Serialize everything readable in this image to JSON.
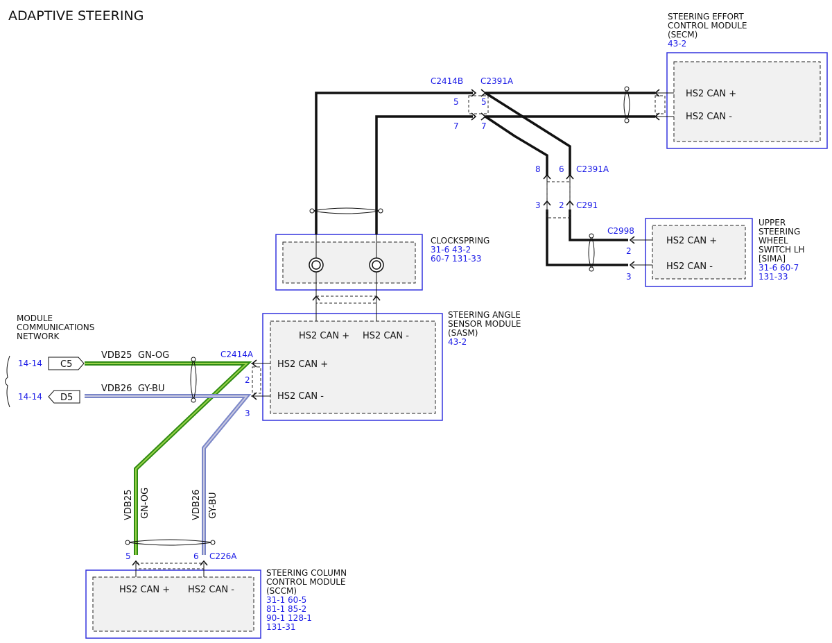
{
  "title": "ADAPTIVE STEERING",
  "modules": {
    "secm": {
      "name_lines": [
        "STEERING EFFORT",
        "CONTROL MODULE",
        "(SECM)"
      ],
      "refs": [
        "43-2"
      ],
      "pins": [
        "HS2 CAN +",
        "HS2 CAN -"
      ]
    },
    "clockspring": {
      "name_lines": [
        "CLOCKSPRING"
      ],
      "refs": [
        "31-6   43-2",
        "60-7   131-33"
      ]
    },
    "upper_switch": {
      "name_lines": [
        "UPPER",
        "STEERING",
        "WHEEL",
        "SWITCH LH",
        "[SIMA]"
      ],
      "refs": [
        "31-6   60-7",
        "131-33"
      ],
      "pins": [
        "HS2 CAN +",
        "HS2 CAN -"
      ]
    },
    "sasm": {
      "name_lines": [
        "STEERING ANGLE",
        "SENSOR MODULE",
        "(SASM)"
      ],
      "refs": [
        "43-2"
      ],
      "pins_top": [
        "HS2 CAN +",
        "HS2 CAN -"
      ],
      "pins_left": [
        "HS2 CAN +",
        "HS2 CAN -"
      ]
    },
    "sccm": {
      "name_lines": [
        "STEERING COLUMN",
        "CONTROL MODULE",
        "(SCCM)"
      ],
      "refs": [
        "31-1   60-5",
        "81-1   85-2",
        "90-1   128-1",
        "131-31"
      ],
      "pins": [
        "HS2 CAN +",
        "HS2 CAN -"
      ]
    }
  },
  "network": {
    "name_lines": [
      "MODULE",
      "COMMUNICATIONS",
      "NETWORK"
    ],
    "rows": [
      {
        "ref": "14-14",
        "tag": "C5",
        "circuit": "VDB25",
        "color": "GN-OG"
      },
      {
        "ref": "14-14",
        "tag": "D5",
        "circuit": "VDB26",
        "color": "GY-BU"
      }
    ]
  },
  "connectors": {
    "c2414b": "C2414B",
    "c2391a_top": "C2391A",
    "c2391a_mid": "C2391A",
    "c291": "C291",
    "c2998": "C2998",
    "c2414a": "C2414A",
    "c226a": "C226A"
  },
  "pin_numbers": {
    "c2414b_plus": "5",
    "c2414b_minus": "7",
    "c2391a_plus": "5",
    "c2391a_minus": "7",
    "c2391a_mid_a": "8",
    "c2391a_mid_b": "6",
    "c291_a": "3",
    "c291_b": "2",
    "c2998_plus": "2",
    "c2998_minus": "3",
    "c2414a_plus": "2",
    "c2414a_minus": "3",
    "c226a_plus": "5",
    "c226a_minus": "6"
  },
  "vertical_wires": [
    {
      "circuit": "VDB25",
      "color": "GN-OG"
    },
    {
      "circuit": "VDB26",
      "color": "GY-BU"
    }
  ],
  "wire_colors": {
    "gn_og_main": "#2e8b12",
    "gn_og_stripe": "#9ad14a",
    "gy_bu_main": "#7a86c8",
    "gy_bu_stripe": "#c9c9e0"
  }
}
